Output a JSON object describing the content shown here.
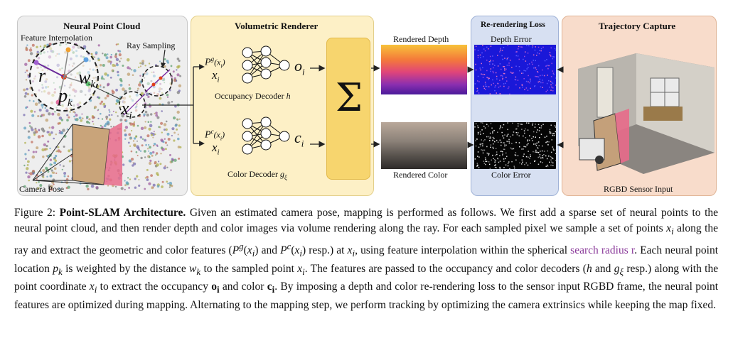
{
  "figure": {
    "panels": {
      "neural_point_cloud": {
        "title": "Neural Point Cloud",
        "feature_interpolation": "Feature Interpolation",
        "ray_sampling": "Ray Sampling",
        "camera_pose": "Camera Pose",
        "sym_r": "r",
        "sym_wk": "w",
        "sym_wk_sub": "k",
        "sym_pk": "p",
        "sym_pk_sub": "k",
        "sym_xi": "x",
        "sym_xi_sub": "i"
      },
      "volumetric_renderer": {
        "title": "Volumetric Renderer",
        "occ_feat": "P",
        "occ_feat_sup": "g",
        "occ_feat_arg": "(x",
        "occ_feat_arg_sub": "i",
        "occ_feat_close": ")",
        "occ_input": "x",
        "occ_input_sub": "i",
        "occ_out": "o",
        "occ_out_sub": "i",
        "occ_decoder": "Occupancy Decoder",
        "occ_decoder_sym": "h",
        "col_feat": "P",
        "col_feat_sup": "c",
        "col_input": "x",
        "col_input_sub": "i",
        "col_out": "c",
        "col_out_sub": "i",
        "col_decoder": "Color Decoder",
        "col_decoder_sym": "g",
        "col_decoder_sub": "ξ",
        "sum_symbol": "Σ"
      },
      "images": {
        "rendered_depth": "Rendered Depth",
        "rendered_color": "Rendered Color"
      },
      "rerendering_loss": {
        "title": "Re-rendering Loss",
        "depth_error": "Depth Error",
        "color_error": "Color Error"
      },
      "trajectory_capture": {
        "title": "Trajectory Capture",
        "sensor_input": "RGBD Sensor Input"
      }
    },
    "colors": {
      "neural_bg": "#eeeeee",
      "renderer_bg": "#fdf0c6",
      "sum_bg": "#f7d56e",
      "loss_bg": "#d7e0f2",
      "traj_bg": "#f8dccb",
      "link_purple": "#8a3a9a"
    }
  },
  "caption": {
    "label": "Figure 2:",
    "title": "Point-SLAM Architecture.",
    "s1": "Given an estimated camera pose, mapping is performed as follows. We first add a sparse set of neural points to the neural point cloud, and then render depth and color images via volume rendering along the ray. For each sampled pixel we sample a set of points",
    "s2": "along the ray and extract the geometric and color features (",
    "s3": "and",
    "s4": "resp.) at",
    "s5": ", using feature interpolation within the spherical",
    "link": "search radius r",
    "s6": ". Each neural point location",
    "s7": "is weighted by the distance",
    "s8": "to the sampled point",
    "s9": ". The features are passed to the occupancy and color decoders (",
    "s10": "and",
    "s11": "resp.) along with the point coordinate",
    "s12": "to extract the occupancy",
    "s13": "and color",
    "s14": ". By imposing a depth and color re-rendering loss to the sensor input RGBD frame, the neural point features are optimized during mapping. Alternating to the mapping step, we perform tracking by optimizing the camera extrinsics while keeping the map fixed."
  }
}
